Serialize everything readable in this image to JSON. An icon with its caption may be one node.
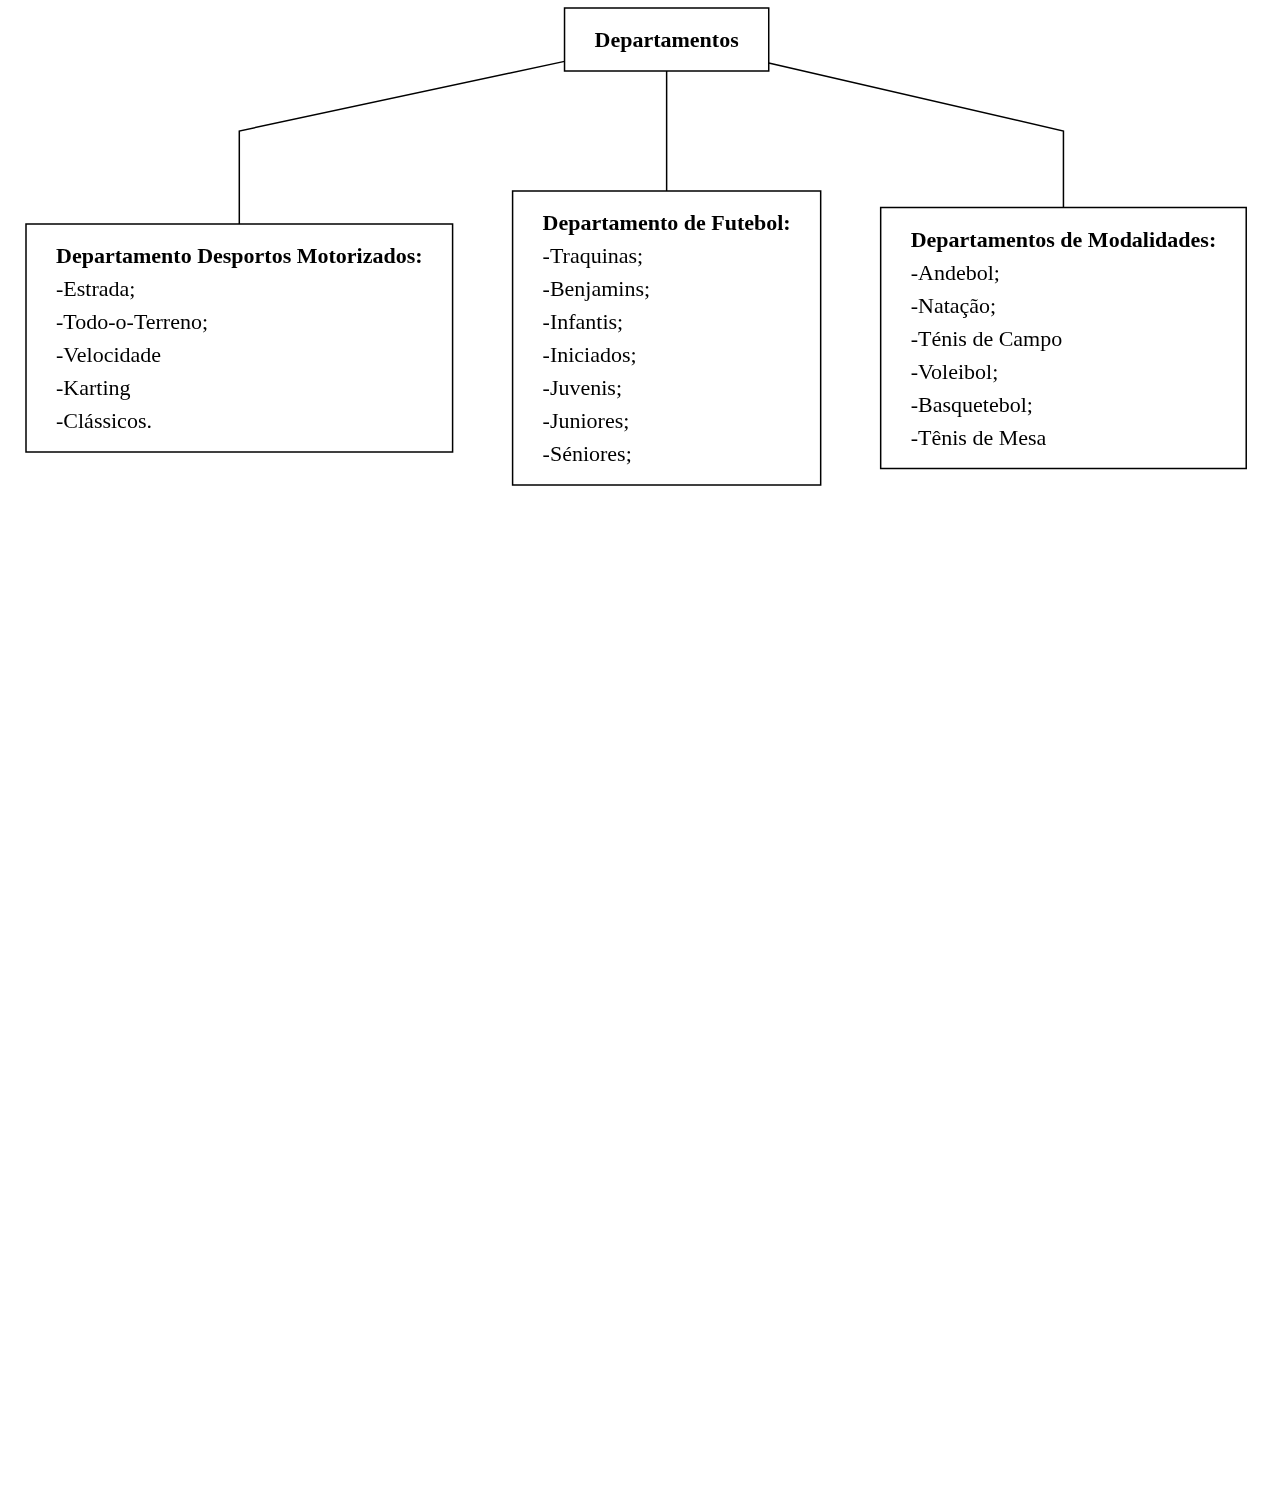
{
  "diagram": {
    "nodes": [
      {
        "text": [
          "Departamentos"
        ]
      },
      {
        "text": [
          "Departamento Desportos Motorizados:",
          "-Estrada;",
          "-Todo-o-Terreno;",
          "-Velocidade",
          "-Karting",
          "-Clássicos."
        ]
      },
      {
        "text": [
          "Departamento de Futebol:",
          "-Traquinas;",
          "-Benjamins;",
          "-Infantis;",
          "-Iniciados;",
          "-Juvenis;",
          "-Juniores;",
          "-Séniores;"
        ]
      },
      {
        "text": [
          "Departamentos de Modalidades:",
          "-Andebol;",
          "-Natação;",
          "-Ténis de Campo",
          "-Voleibol;",
          "-Basquetebol;",
          "-Tênis de Mesa"
        ]
      }
    ],
    "edges": [
      {
        "from": 0,
        "to": 1,
        "arrow": "none"
      },
      {
        "from": 0,
        "to": 2,
        "arrow": "none"
      },
      {
        "from": 0,
        "to": 3,
        "arrow": "none"
      }
    ]
  }
}
